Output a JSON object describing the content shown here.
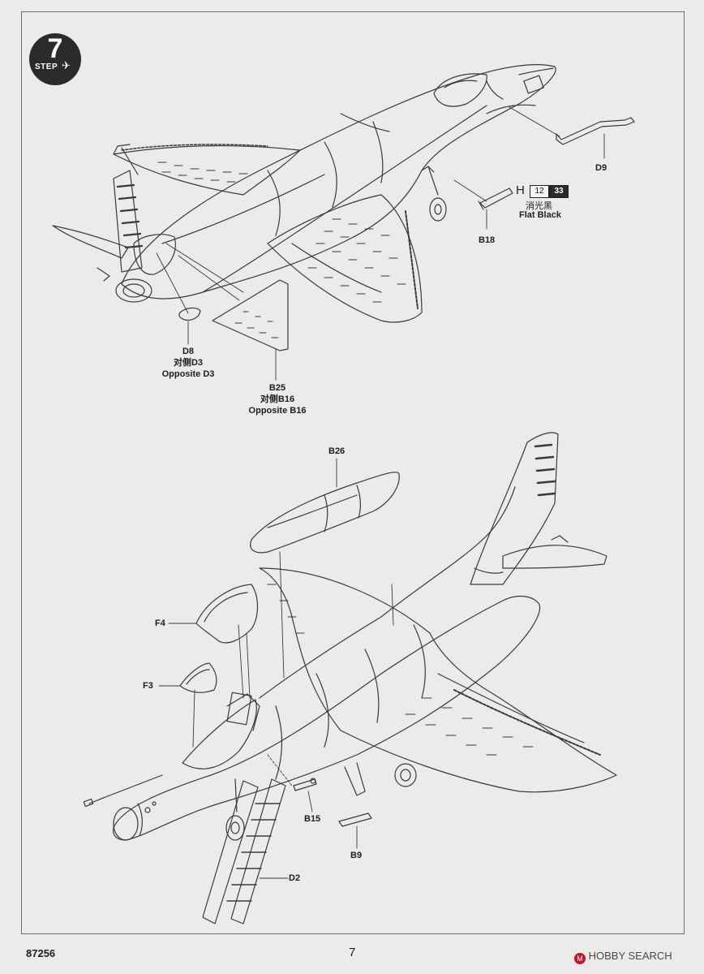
{
  "step": {
    "number": "7",
    "label": "STEP"
  },
  "labels": {
    "d9": "D9",
    "b18": "B18",
    "d8": "D8",
    "d8_cn": "对侧D3",
    "d8_en": "Opposite D3",
    "b25": "B25",
    "b25_cn": "对侧B16",
    "b25_en": "Opposite B16",
    "b26": "B26",
    "f4": "F4",
    "f3": "F3",
    "b15": "B15",
    "b9": "B9",
    "d2": "D2"
  },
  "paint": {
    "code": "H",
    "num1": "12",
    "num2": "33",
    "name_cn": "消光黑",
    "name_en": "Flat Black"
  },
  "footer": {
    "kit_number": "87256",
    "page_number": "7"
  },
  "watermark": {
    "brand": "HOBBY SEARCH",
    "mark": "M"
  }
}
